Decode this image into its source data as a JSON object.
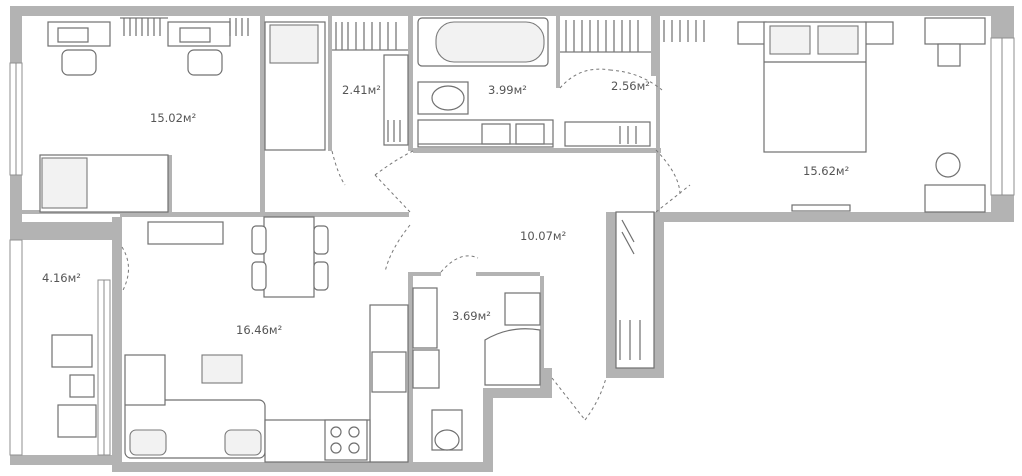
{
  "rooms": [
    {
      "id": "bedroom-left",
      "area": "15.02м²"
    },
    {
      "id": "closet-small",
      "area": "2.41м²"
    },
    {
      "id": "bathroom",
      "area": "3.99м²"
    },
    {
      "id": "walk-in-closet",
      "area": "2.56м²"
    },
    {
      "id": "bedroom-right",
      "area": "15.62м²"
    },
    {
      "id": "hallway",
      "area": "10.07м²"
    },
    {
      "id": "balcony",
      "area": "4.16м²"
    },
    {
      "id": "kitchen-living",
      "area": "16.46м²"
    },
    {
      "id": "toilet-shower",
      "area": "3.69м²"
    }
  ],
  "colors": {
    "wall": "#b3b3b3",
    "line": "#6f6f6f",
    "label": "#555555"
  }
}
